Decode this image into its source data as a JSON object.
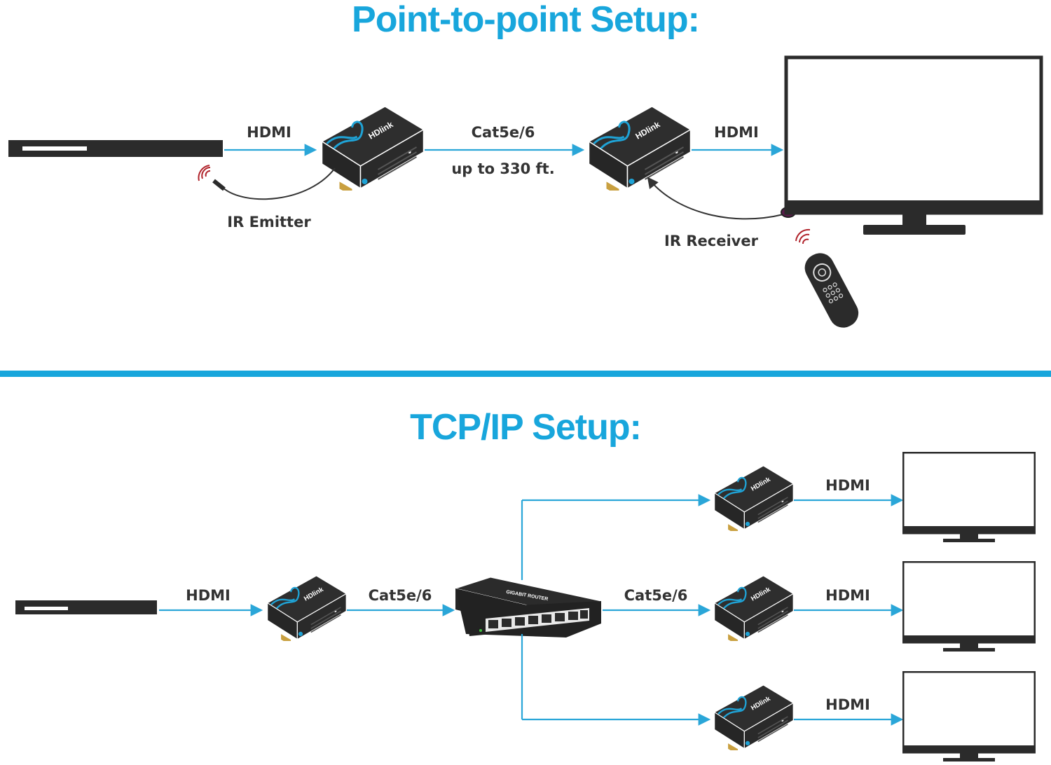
{
  "titles": {
    "point_to_point": "Point-to-point Setup:",
    "tcpip": "TCP/IP Setup:"
  },
  "point_to_point": {
    "hdmi_in_label": "HDMI",
    "cable_label": "Cat5e/6",
    "distance_label": "up to 330 ft.",
    "hdmi_out_label": "HDMI",
    "ir_emitter_label": "IR Emitter",
    "ir_receiver_label": "IR Receiver"
  },
  "tcpip": {
    "hdmi_in_label": "HDMI",
    "cable_in_label": "Cat5e/6",
    "cable_out_label": "Cat5e/6",
    "outputs": [
      {
        "label": "HDMI"
      },
      {
        "label": "HDMI"
      },
      {
        "label": "HDMI"
      }
    ]
  },
  "device_markings": {
    "extender_brand": "HDlink",
    "router_label": "GIGABIT ROUTER"
  },
  "colors": {
    "accent": "#18a6dc",
    "wire": "#2aa6d8",
    "device": "#2b2b2b",
    "ir_signal": "#b0222a"
  }
}
